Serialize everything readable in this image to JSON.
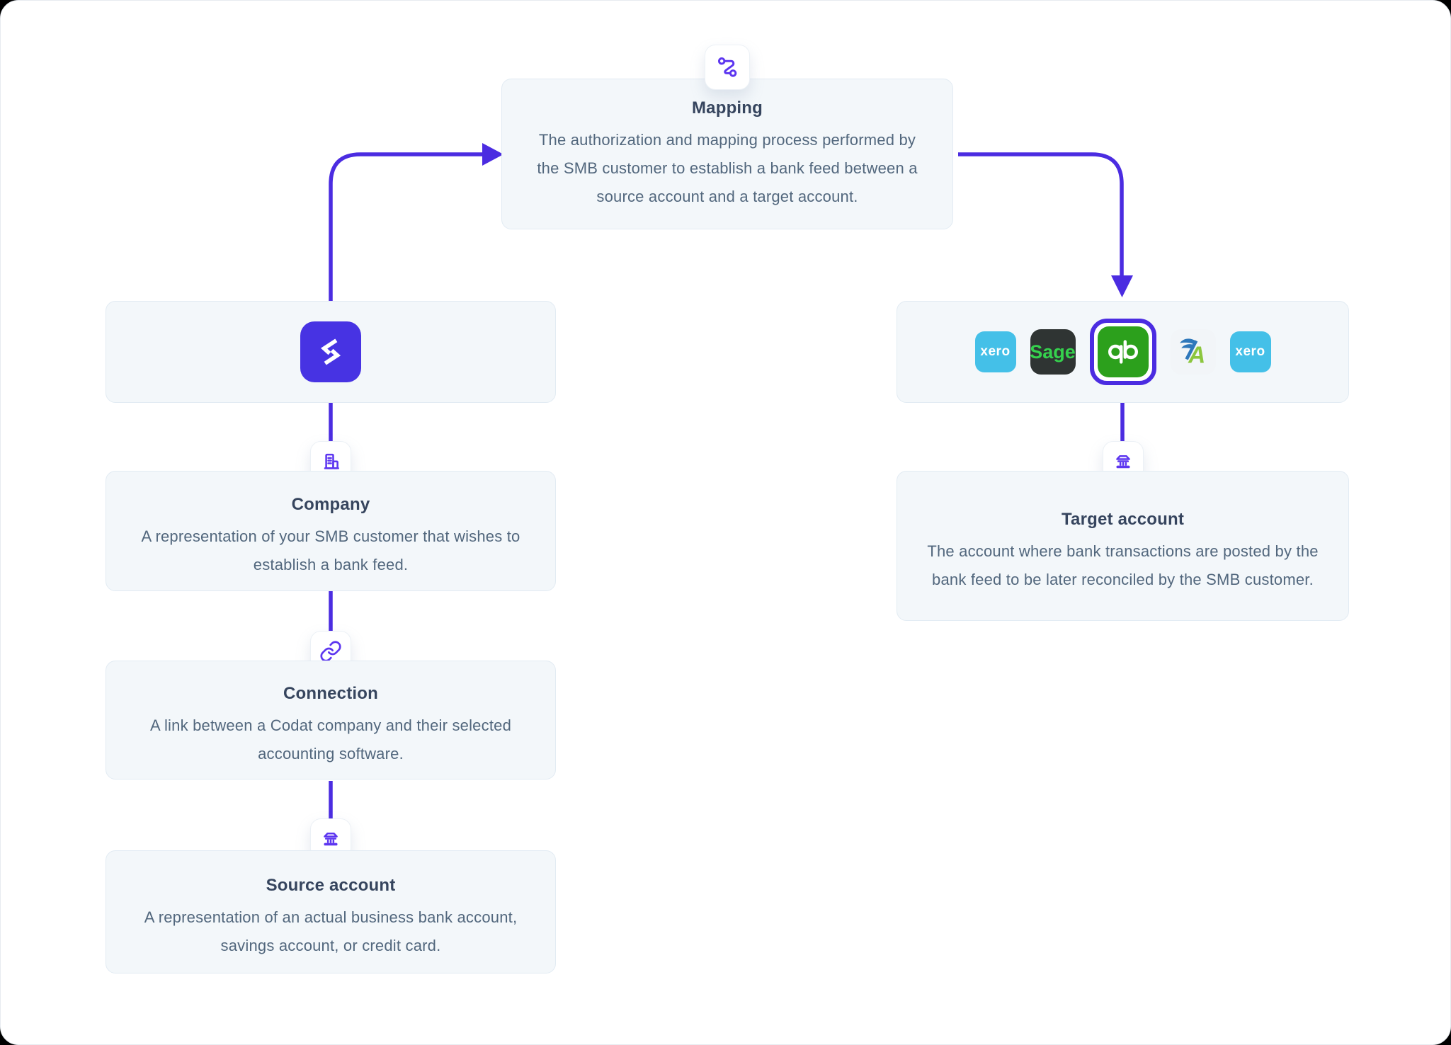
{
  "nodes": {
    "mapping": {
      "icon": "route-icon",
      "title": "Mapping",
      "body": "The authorization and mapping process performed by the SMB customer to establish a bank feed between a source account and a target account."
    },
    "codat": {
      "logo": "codat-logo"
    },
    "company": {
      "icon": "building-icon",
      "title": "Company",
      "body": "A representation of your SMB customer that wishes to establish a bank feed."
    },
    "connection": {
      "icon": "link-icon",
      "title": "Connection",
      "body": "A link between a Codat company and their selected accounting software."
    },
    "source_account": {
      "icon": "bank-icon",
      "title": "Source account",
      "body": "A representation of an actual business bank account, savings account, or credit card."
    },
    "target_account": {
      "icon": "bank-icon",
      "title": "Target account",
      "body": "The account where bank transactions are posted by the bank feed to be later reconciled by the SMB customer."
    },
    "platforms": {
      "logos": [
        {
          "name": "xero",
          "label": "xero",
          "selected": false
        },
        {
          "name": "sage",
          "label": "Sage",
          "selected": false
        },
        {
          "name": "quickbooks",
          "label": "qb",
          "selected": true
        },
        {
          "name": "freeagent",
          "label": "",
          "selected": false
        },
        {
          "name": "xero",
          "label": "xero",
          "selected": false
        }
      ]
    }
  },
  "colors": {
    "accent": "#4b2ce1",
    "icon_purple": "#5d36f0",
    "codat_purple": "#4733e3",
    "card_bg": "#f3f7fa",
    "card_border": "#e2ebf3",
    "title_text": "#36455e",
    "body_text": "#52677d",
    "quickbooks_green": "#2ca01c",
    "xero_blue": "#44c0e8",
    "sage_dark": "#2f3433",
    "sage_green": "#35d14d",
    "freeagent_green": "#8cc63e",
    "freeagent_blue": "#2f78bb"
  }
}
